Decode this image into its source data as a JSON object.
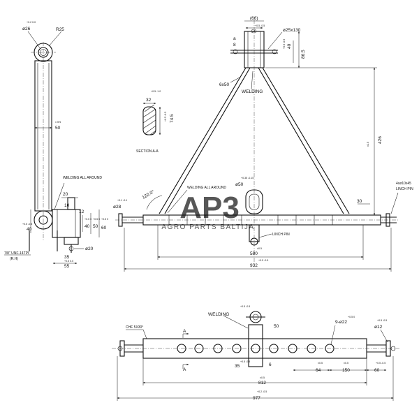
{
  "watermark": {
    "logo_text": "AP3",
    "sub_text": "AGRO PARTS BALTIJA",
    "color": "#d0d0d0"
  },
  "side_view": {
    "radius_label": "R25",
    "top_dia": "ø26",
    "top_dia_tol": "+0.2 0.0",
    "bar_width": "50",
    "bar_width_tol": "± 5%",
    "welding_note": "WELDING ALL AROUND",
    "slot_dim": "20",
    "height_dim": "10",
    "width_dims": [
      "60",
      "50",
      "40"
    ],
    "width_tols": [
      "+0.5 0",
      "+0.5 0",
      "+0.5 0"
    ],
    "small_dim": "12",
    "left_tol": "+0.5 -0.5",
    "left_dim": "40",
    "bolt_dim": "35",
    "bolt_tol": "+0.5 0.0",
    "base_dim": "55",
    "pin_dia": "ø20",
    "thread": "7/8\" UNF-14TPI",
    "thread_side": "(R.H)"
  },
  "section": {
    "width": "32",
    "width_tol": "+0.5 -1.0",
    "height": "74.5",
    "height_tol": "+0.5 -0.5",
    "title": "SECTION A-A"
  },
  "front_view": {
    "top_overall": "(66)",
    "top_width": "50",
    "top_width_tol": "+0.5 -0.5",
    "top_pin": "ø25x130",
    "plate_a": "a",
    "plate_b": "8",
    "hole_height": "40",
    "hole_height_tol": "+0.5 -0.5",
    "top_height": "86.5",
    "plate_size": "6x50",
    "welding": "WELDING",
    "height": "426",
    "height_tol": "±1.5",
    "angle": "122.0°",
    "welding_note": "WELDING ALL AROUND",
    "end_dia": "ø28",
    "end_dia_tol": "+0.1 -0.1",
    "center_dia": "ø50",
    "center_dia_tol": "+0.35 -0.15",
    "end_chamfer": "30",
    "chamfer_note": "4xø10x45",
    "pin_note": "LINCH PIN",
    "linch_pin": "LINCH PIN",
    "inner_width": "580",
    "inner_tol": "±0.5",
    "overall": "932",
    "overall_tol": "+0.5 -0.5"
  },
  "plan_view": {
    "chamfer": "CHF 5X30°",
    "welding": "WELDING",
    "top_tol": "+0.5 -0.5",
    "top_dim": "50",
    "holes": "9-ø22",
    "holes_tol": "+0.5 0",
    "end_dia": "ø12",
    "end_dia_tol": "+0.5 -0.5",
    "section_mark": "A",
    "pitch": "35",
    "pitch_tol": "+0.5 -0.5",
    "offset": "6",
    "gap1": "64",
    "gap1_tol": "±0.5",
    "gap2": "150",
    "gap2_tol": "±0.5",
    "gap3": "60",
    "gap3_tol": "+0.5 -0.5",
    "length": "812",
    "length_tol": "±0.5",
    "overall": "977",
    "overall_tol": "+0.2 -0.5"
  }
}
